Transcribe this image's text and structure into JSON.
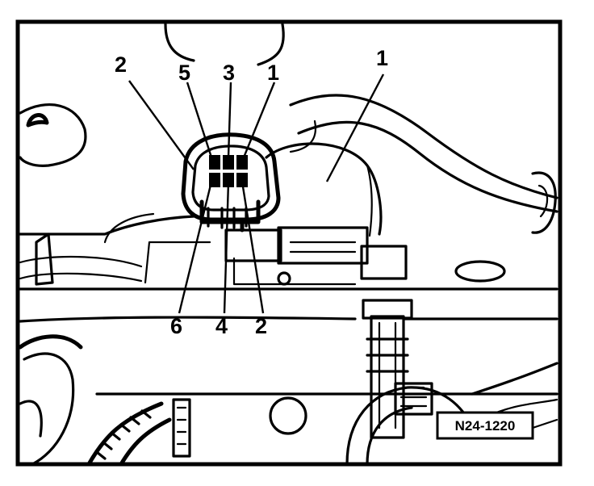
{
  "callouts": {
    "top_left_2": "2",
    "top_5": "5",
    "top_3": "3",
    "top_1": "1",
    "top_right_1": "1",
    "bottom_6": "6",
    "bottom_4": "4",
    "bottom_2": "2"
  },
  "reference_label": "N24-1220",
  "colors": {
    "ink": "#000000",
    "paper": "#ffffff"
  }
}
